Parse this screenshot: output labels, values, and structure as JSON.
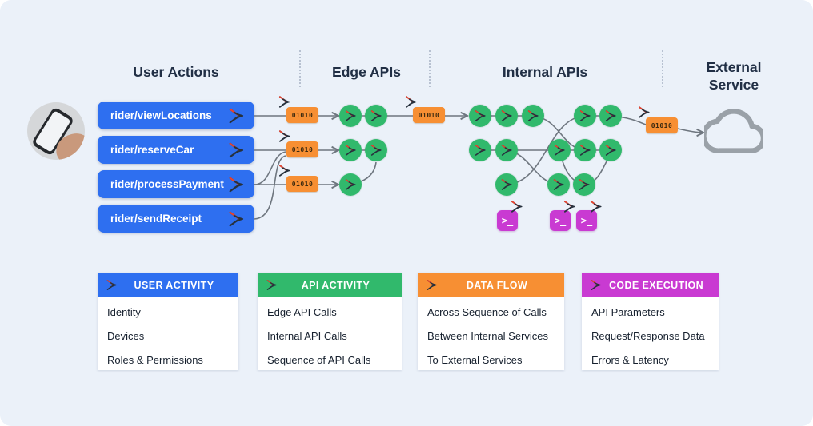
{
  "diagram": {
    "columns": [
      "User Actions",
      "Edge APIs",
      "Internal APIs",
      "External Service"
    ],
    "user_actions": [
      "rider/viewLocations",
      "rider/reserveCar",
      "rider/processPayment",
      "rider/sendReceipt"
    ],
    "data_packet_label": "01010",
    "terminal_glyph": ">_"
  },
  "legend": {
    "cards": [
      {
        "title": "USER ACTIVITY",
        "items": [
          "Identity",
          "Devices",
          "Roles & Permissions"
        ]
      },
      {
        "title": "API ACTIVITY",
        "items": [
          "Edge API Calls",
          "Internal API Calls",
          "Sequence of API Calls"
        ]
      },
      {
        "title": "DATA FLOW",
        "items": [
          "Across Sequence of Calls",
          "Between Internal Services",
          "To External Services"
        ]
      },
      {
        "title": "CODE EXECUTION",
        "items": [
          "API Parameters",
          "Request/Response Data",
          "Errors & Latency"
        ]
      }
    ]
  },
  "colors": {
    "user_activity": "#2e6ff0",
    "api_activity": "#31b96c",
    "data_flow": "#f78f33",
    "code_execution": "#c93ad2",
    "line": "#6e767f",
    "cloud": "#9aa1a8"
  }
}
